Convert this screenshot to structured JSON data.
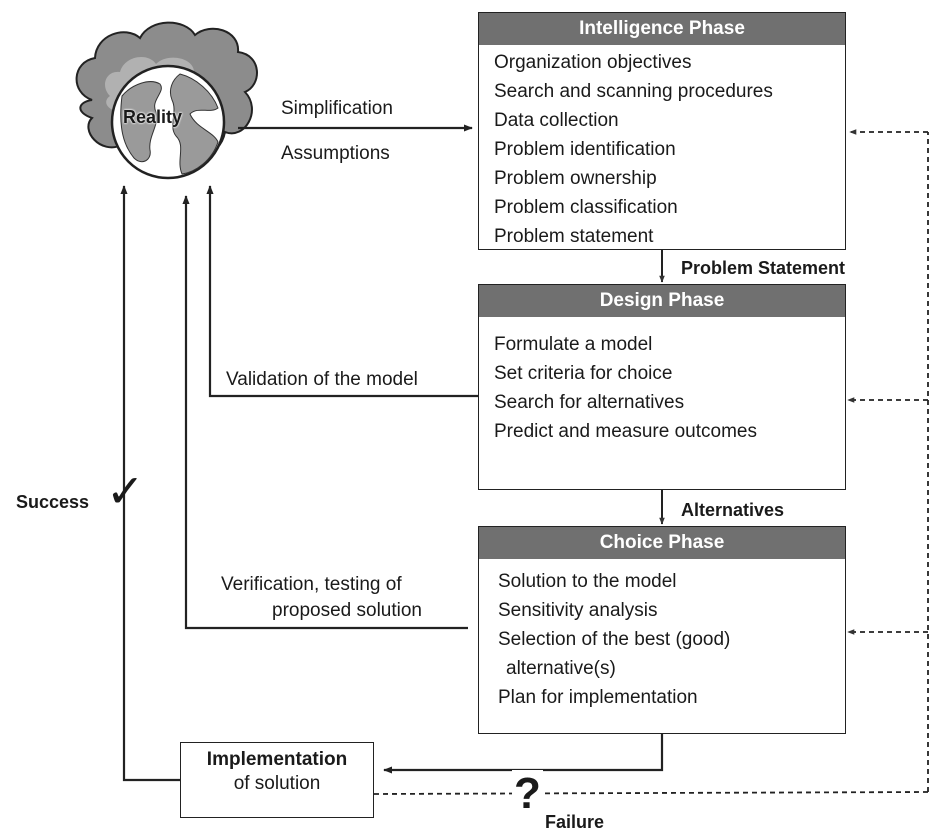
{
  "reality": {
    "label": "Reality"
  },
  "phases": {
    "intelligence": {
      "title": "Intelligence Phase",
      "items": [
        "Organization objectives",
        "Search and scanning procedures",
        "Data collection",
        "Problem identification",
        "Problem ownership",
        "Problem classification",
        "Problem statement"
      ]
    },
    "design": {
      "title": "Design Phase",
      "items": [
        "Formulate a model",
        "Set criteria for choice",
        "Search for alternatives",
        "Predict and measure outcomes"
      ]
    },
    "choice": {
      "title": "Choice Phase",
      "items": [
        "Solution to the model",
        "Sensitivity analysis",
        "Selection of the best (good)",
        "alternative(s)",
        "Plan for implementation"
      ]
    }
  },
  "labels": {
    "simplification": "Simplification",
    "assumptions": "Assumptions",
    "problem_statement": "Problem Statement",
    "alternatives": "Alternatives",
    "validation": "Validation of the model",
    "verification_line1": "Verification, testing of",
    "verification_line2": "proposed solution",
    "success": "Success",
    "check_mark": "✓",
    "question_mark": "?",
    "failure": "Failure"
  },
  "implementation": {
    "line1": "Implementation",
    "line2": "of solution"
  }
}
